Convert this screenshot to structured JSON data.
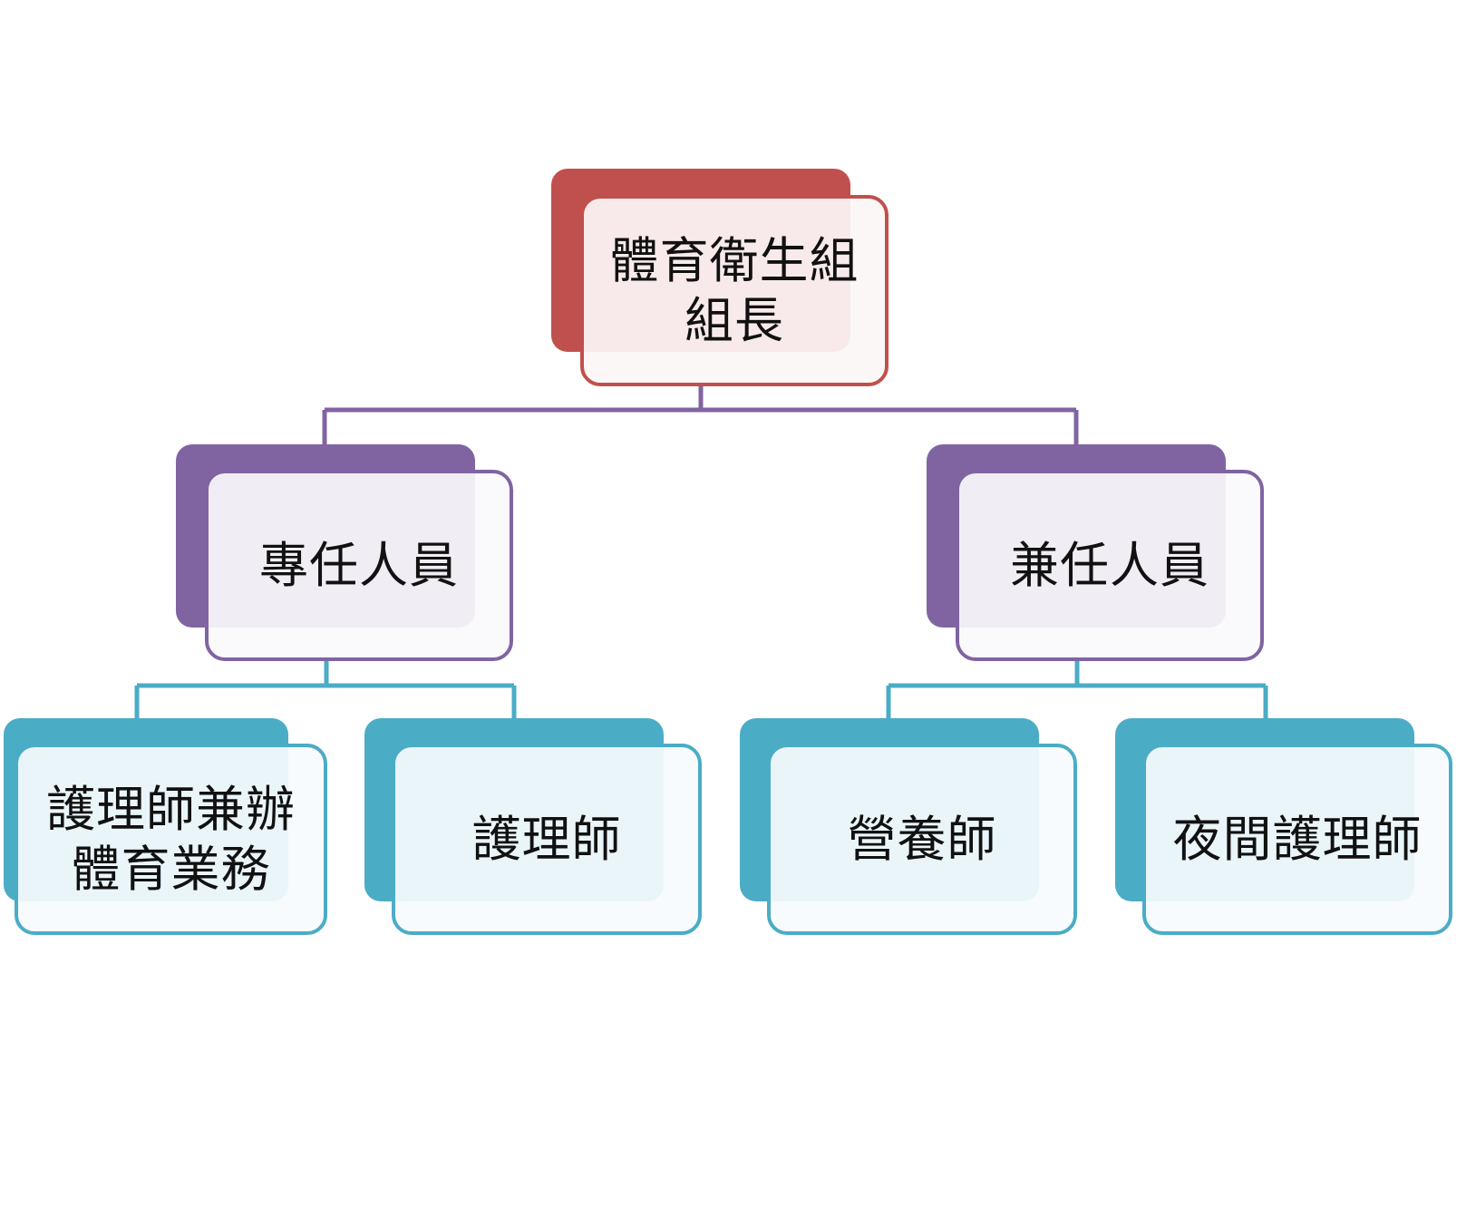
{
  "diagram": {
    "type": "org-chart",
    "colors": {
      "root": "#c0504d",
      "root_fill": "#f8eaea",
      "level1": "#8064a2",
      "level1_fill": "#f2eff6",
      "level2": "#4bacc6",
      "level2_fill": "#eaf6f9"
    },
    "nodes": [
      {
        "id": "root",
        "label": "體育衛生組\n組長",
        "parent": null,
        "level": 0
      },
      {
        "id": "fulltime",
        "label": "專任人員",
        "parent": "root",
        "level": 1
      },
      {
        "id": "parttime",
        "label": "兼任人員",
        "parent": "root",
        "level": 1
      },
      {
        "id": "nurse-pe",
        "label": "護理師兼辦\n體育業務",
        "parent": "fulltime",
        "level": 2
      },
      {
        "id": "nurse",
        "label": "護理師",
        "parent": "fulltime",
        "level": 2
      },
      {
        "id": "dietitian",
        "label": "營養師",
        "parent": "parttime",
        "level": 2
      },
      {
        "id": "night-nurse",
        "label": "夜間護理師",
        "parent": "parttime",
        "level": 2
      }
    ]
  }
}
